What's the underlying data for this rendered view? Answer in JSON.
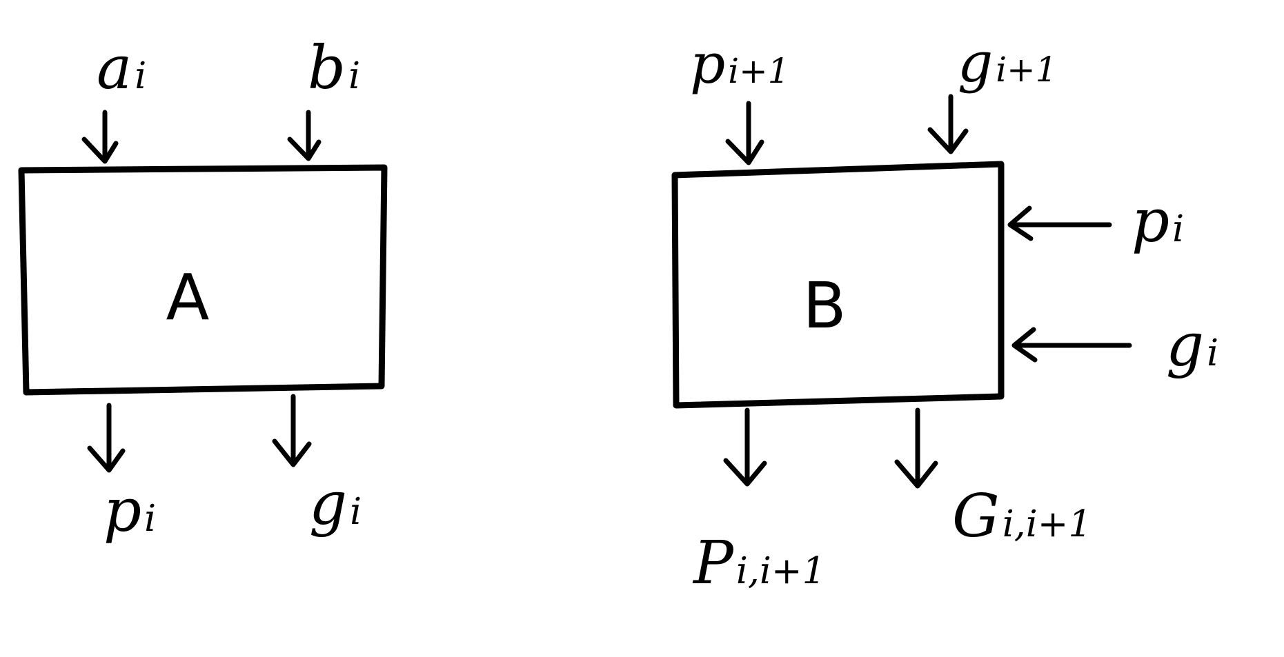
{
  "block_a": {
    "name": "A",
    "inputs": [
      {
        "base": "a",
        "sub": "i"
      },
      {
        "base": "b",
        "sub": "i"
      }
    ],
    "outputs": [
      {
        "base": "p",
        "sub": "i"
      },
      {
        "base": "g",
        "sub": "i"
      }
    ]
  },
  "block_b": {
    "name": "B",
    "top_inputs": [
      {
        "base": "p",
        "sub": "i+1"
      },
      {
        "base": "g",
        "sub": "i+1"
      }
    ],
    "side_inputs": [
      {
        "base": "p",
        "sub": "i"
      },
      {
        "base": "g",
        "sub": "i"
      }
    ],
    "outputs": [
      {
        "base": "P",
        "sub": "i,i+1"
      },
      {
        "base": "G",
        "sub": "i,i+1"
      }
    ]
  }
}
